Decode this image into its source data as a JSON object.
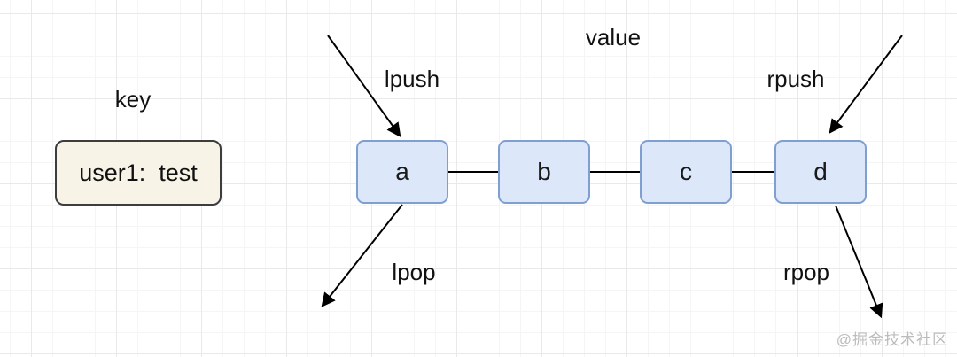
{
  "diagram": {
    "title_labels": {
      "key": "key",
      "value": "value"
    },
    "key_node": {
      "value": "user1:  test"
    },
    "list": {
      "nodes": [
        "a",
        "b",
        "c",
        "d"
      ]
    },
    "operations": {
      "lpush": "lpush",
      "rpush": "rpush",
      "lpop": "lpop",
      "rpop": "rpop"
    },
    "watermark": "@掘金技术社区",
    "colors": {
      "node_fill": "#dce8f9",
      "node_border": "#7f9fd1",
      "key_fill": "#f7f3e6",
      "key_border": "#3d3d3d",
      "arrow": "#000000",
      "grid_minor": "#f5f5f5",
      "grid_major": "#e9e9e9",
      "watermark": "#bcbcbc"
    }
  }
}
